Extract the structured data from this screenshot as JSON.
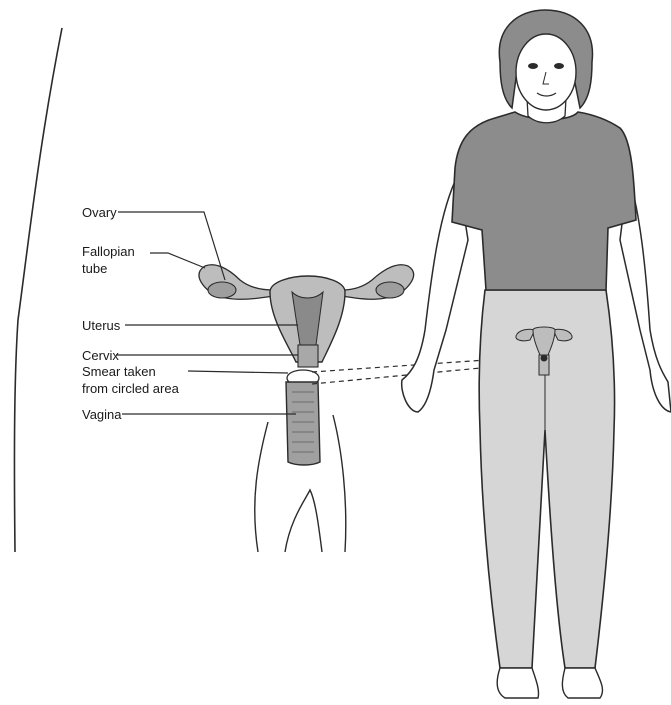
{
  "labels": {
    "ovary": "Ovary",
    "fallopian_line1": "Fallopian",
    "fallopian_line2": "tube",
    "uterus": "Uterus",
    "cervix": "Cervix",
    "smear_line1": "Smear taken",
    "smear_line2": "from circled area",
    "vagina": "Vagina"
  },
  "colors": {
    "line": "#2b2b2b",
    "top_fill": "#8c8c8c",
    "trousers_fill": "#d6d6d6",
    "skin_fill": "#ffffff",
    "organ_fill": "#bdbdbd",
    "organ_dark": "#7a7a7a"
  }
}
